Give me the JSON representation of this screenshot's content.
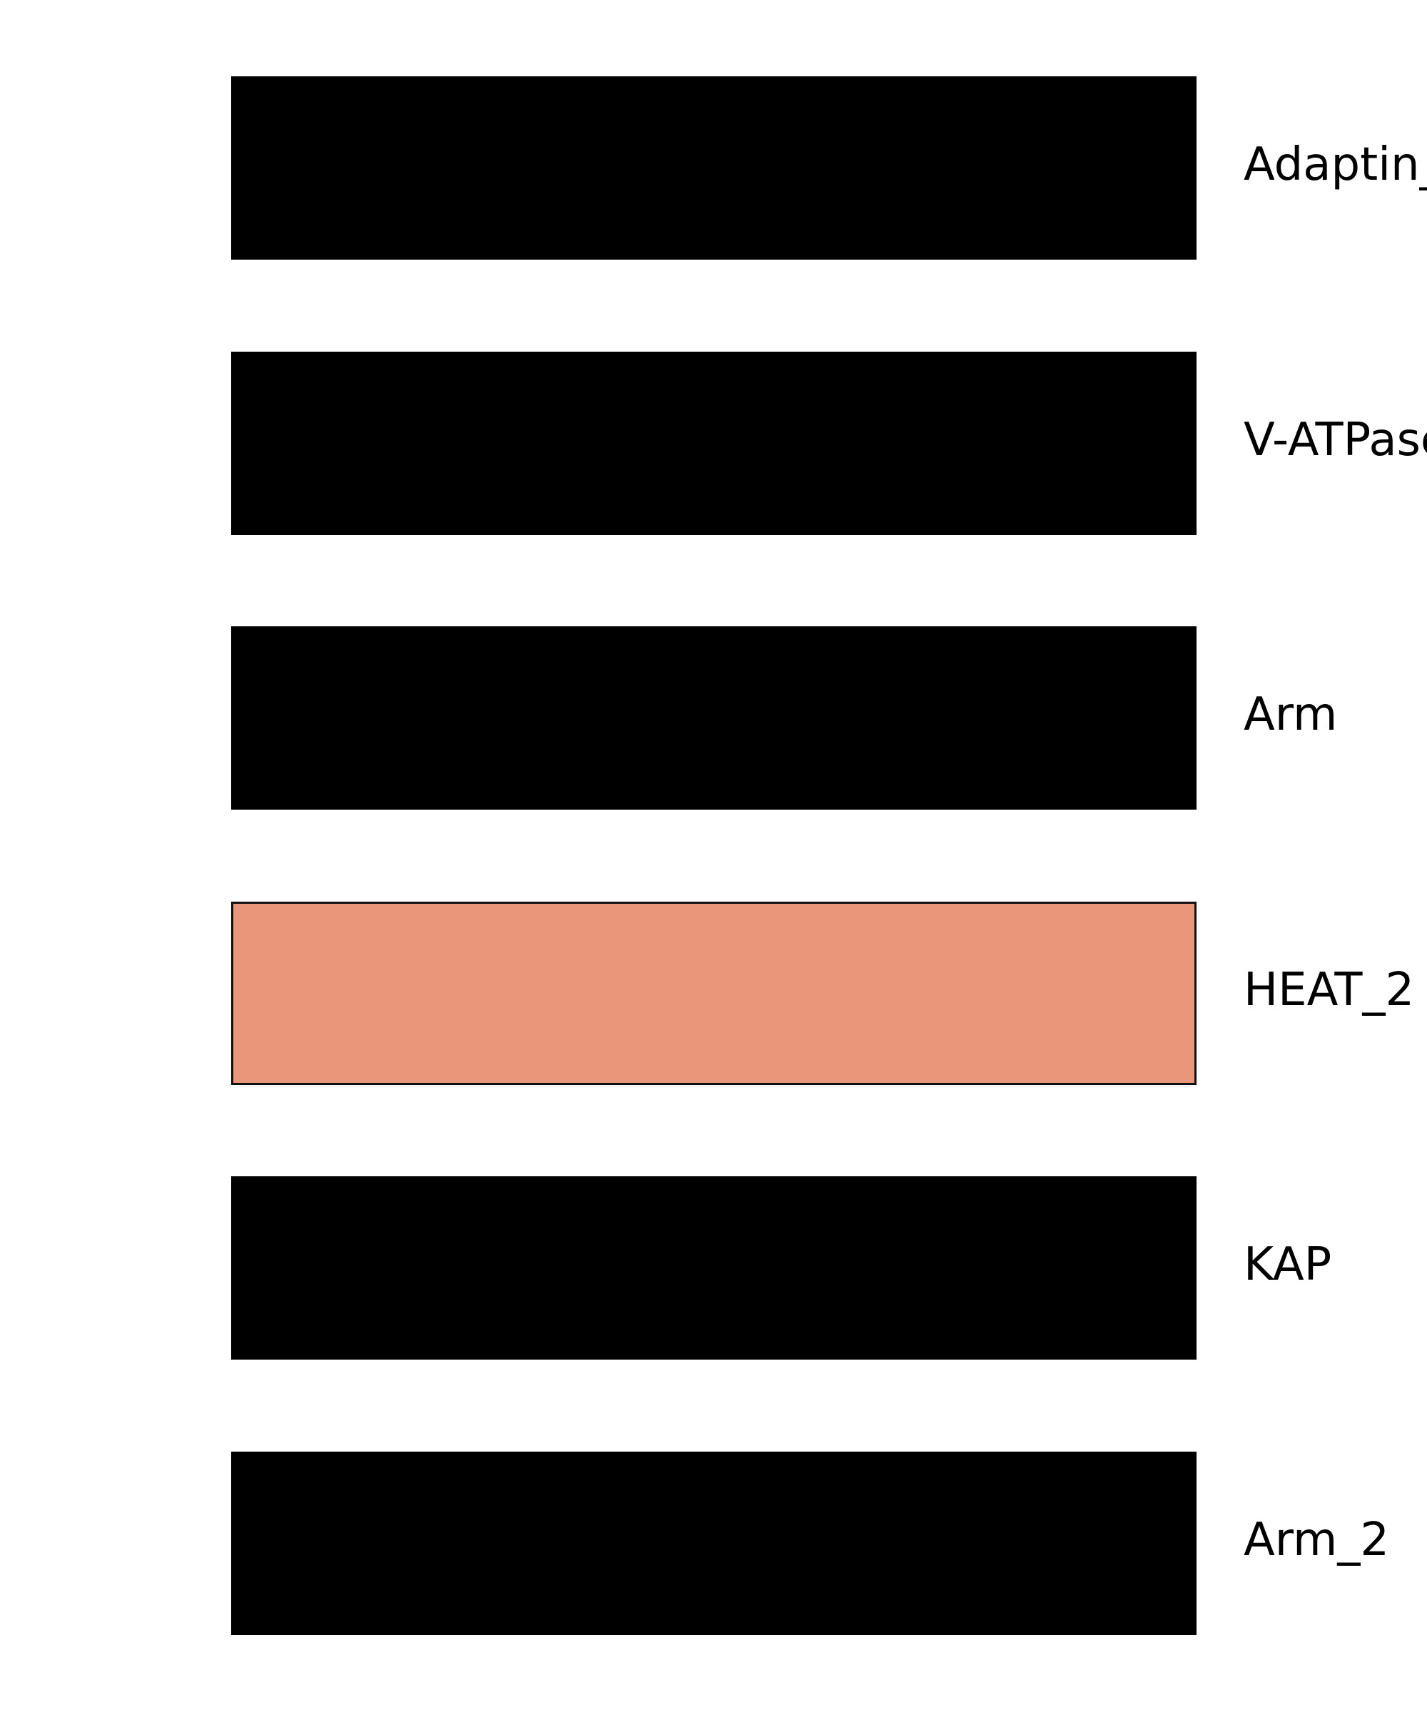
{
  "domains": [
    {
      "label": "Adaptin_N",
      "color": "#000000",
      "highlighted": false
    },
    {
      "label": "V-ATPase",
      "color": "#000000",
      "highlighted": false
    },
    {
      "label": "Arm",
      "color": "#000000",
      "highlighted": false
    },
    {
      "label": "HEAT_2",
      "color": "#E9967A",
      "highlighted": true
    },
    {
      "label": "KAP",
      "color": "#000000",
      "highlighted": false
    },
    {
      "label": "Arm_2",
      "color": "#000000",
      "highlighted": false
    }
  ]
}
